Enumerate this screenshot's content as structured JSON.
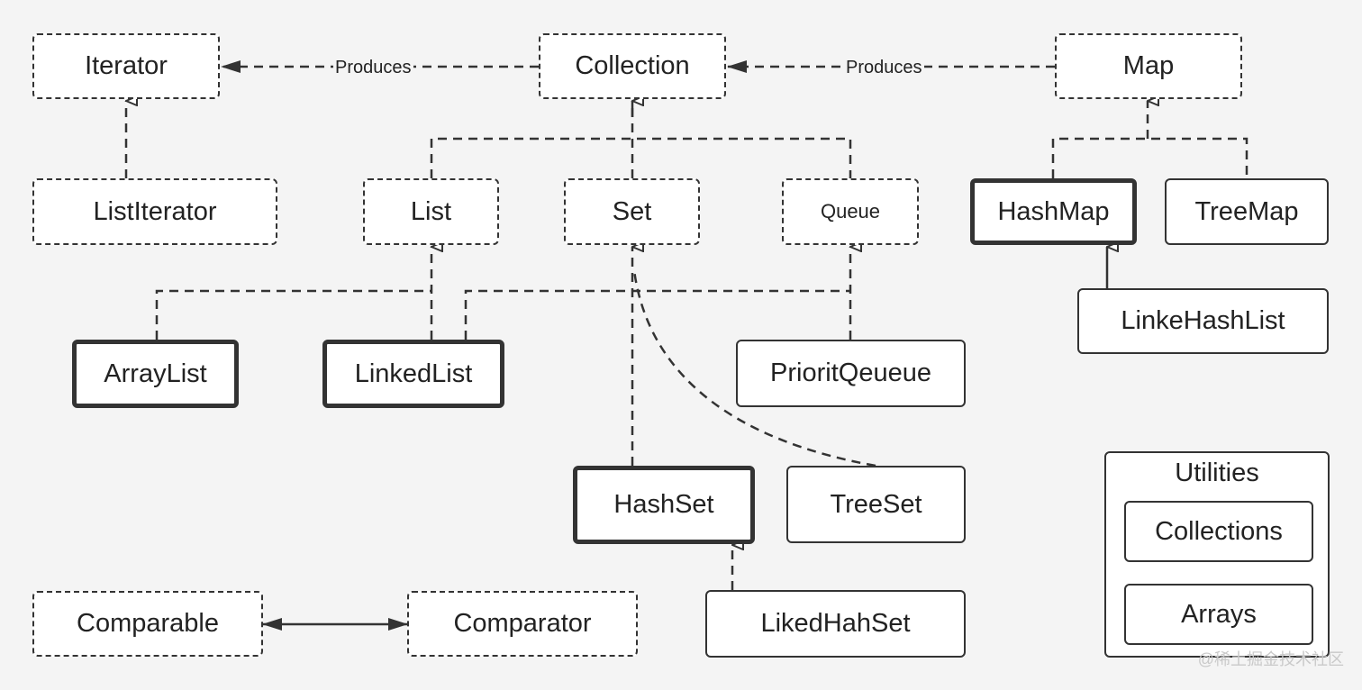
{
  "nodes": {
    "iterator": "Iterator",
    "collection": "Collection",
    "map": "Map",
    "list_iterator": "ListIterator",
    "list": "List",
    "set": "Set",
    "queue": "Queue",
    "hashmap": "HashMap",
    "treemap": "TreeMap",
    "linked_hash_list": "LinkeHashList",
    "arraylist": "ArrayList",
    "linkedlist": "LinkedList",
    "priority_queue": "PrioritQeueue",
    "hashset": "HashSet",
    "treeset": "TreeSet",
    "liked_hah_set": "LikedHahSet",
    "comparable": "Comparable",
    "comparator": "Comparator"
  },
  "edge_labels": {
    "collection_produces_iterator": "Produces",
    "map_produces_collection": "Produces"
  },
  "utilities": {
    "title": "Utilities",
    "items": [
      "Collections",
      "Arrays"
    ]
  },
  "watermark": "@稀土掘金技术社区",
  "colors": {
    "background": "#f4f4f4",
    "stroke": "#333333",
    "box": "#ffffff"
  }
}
